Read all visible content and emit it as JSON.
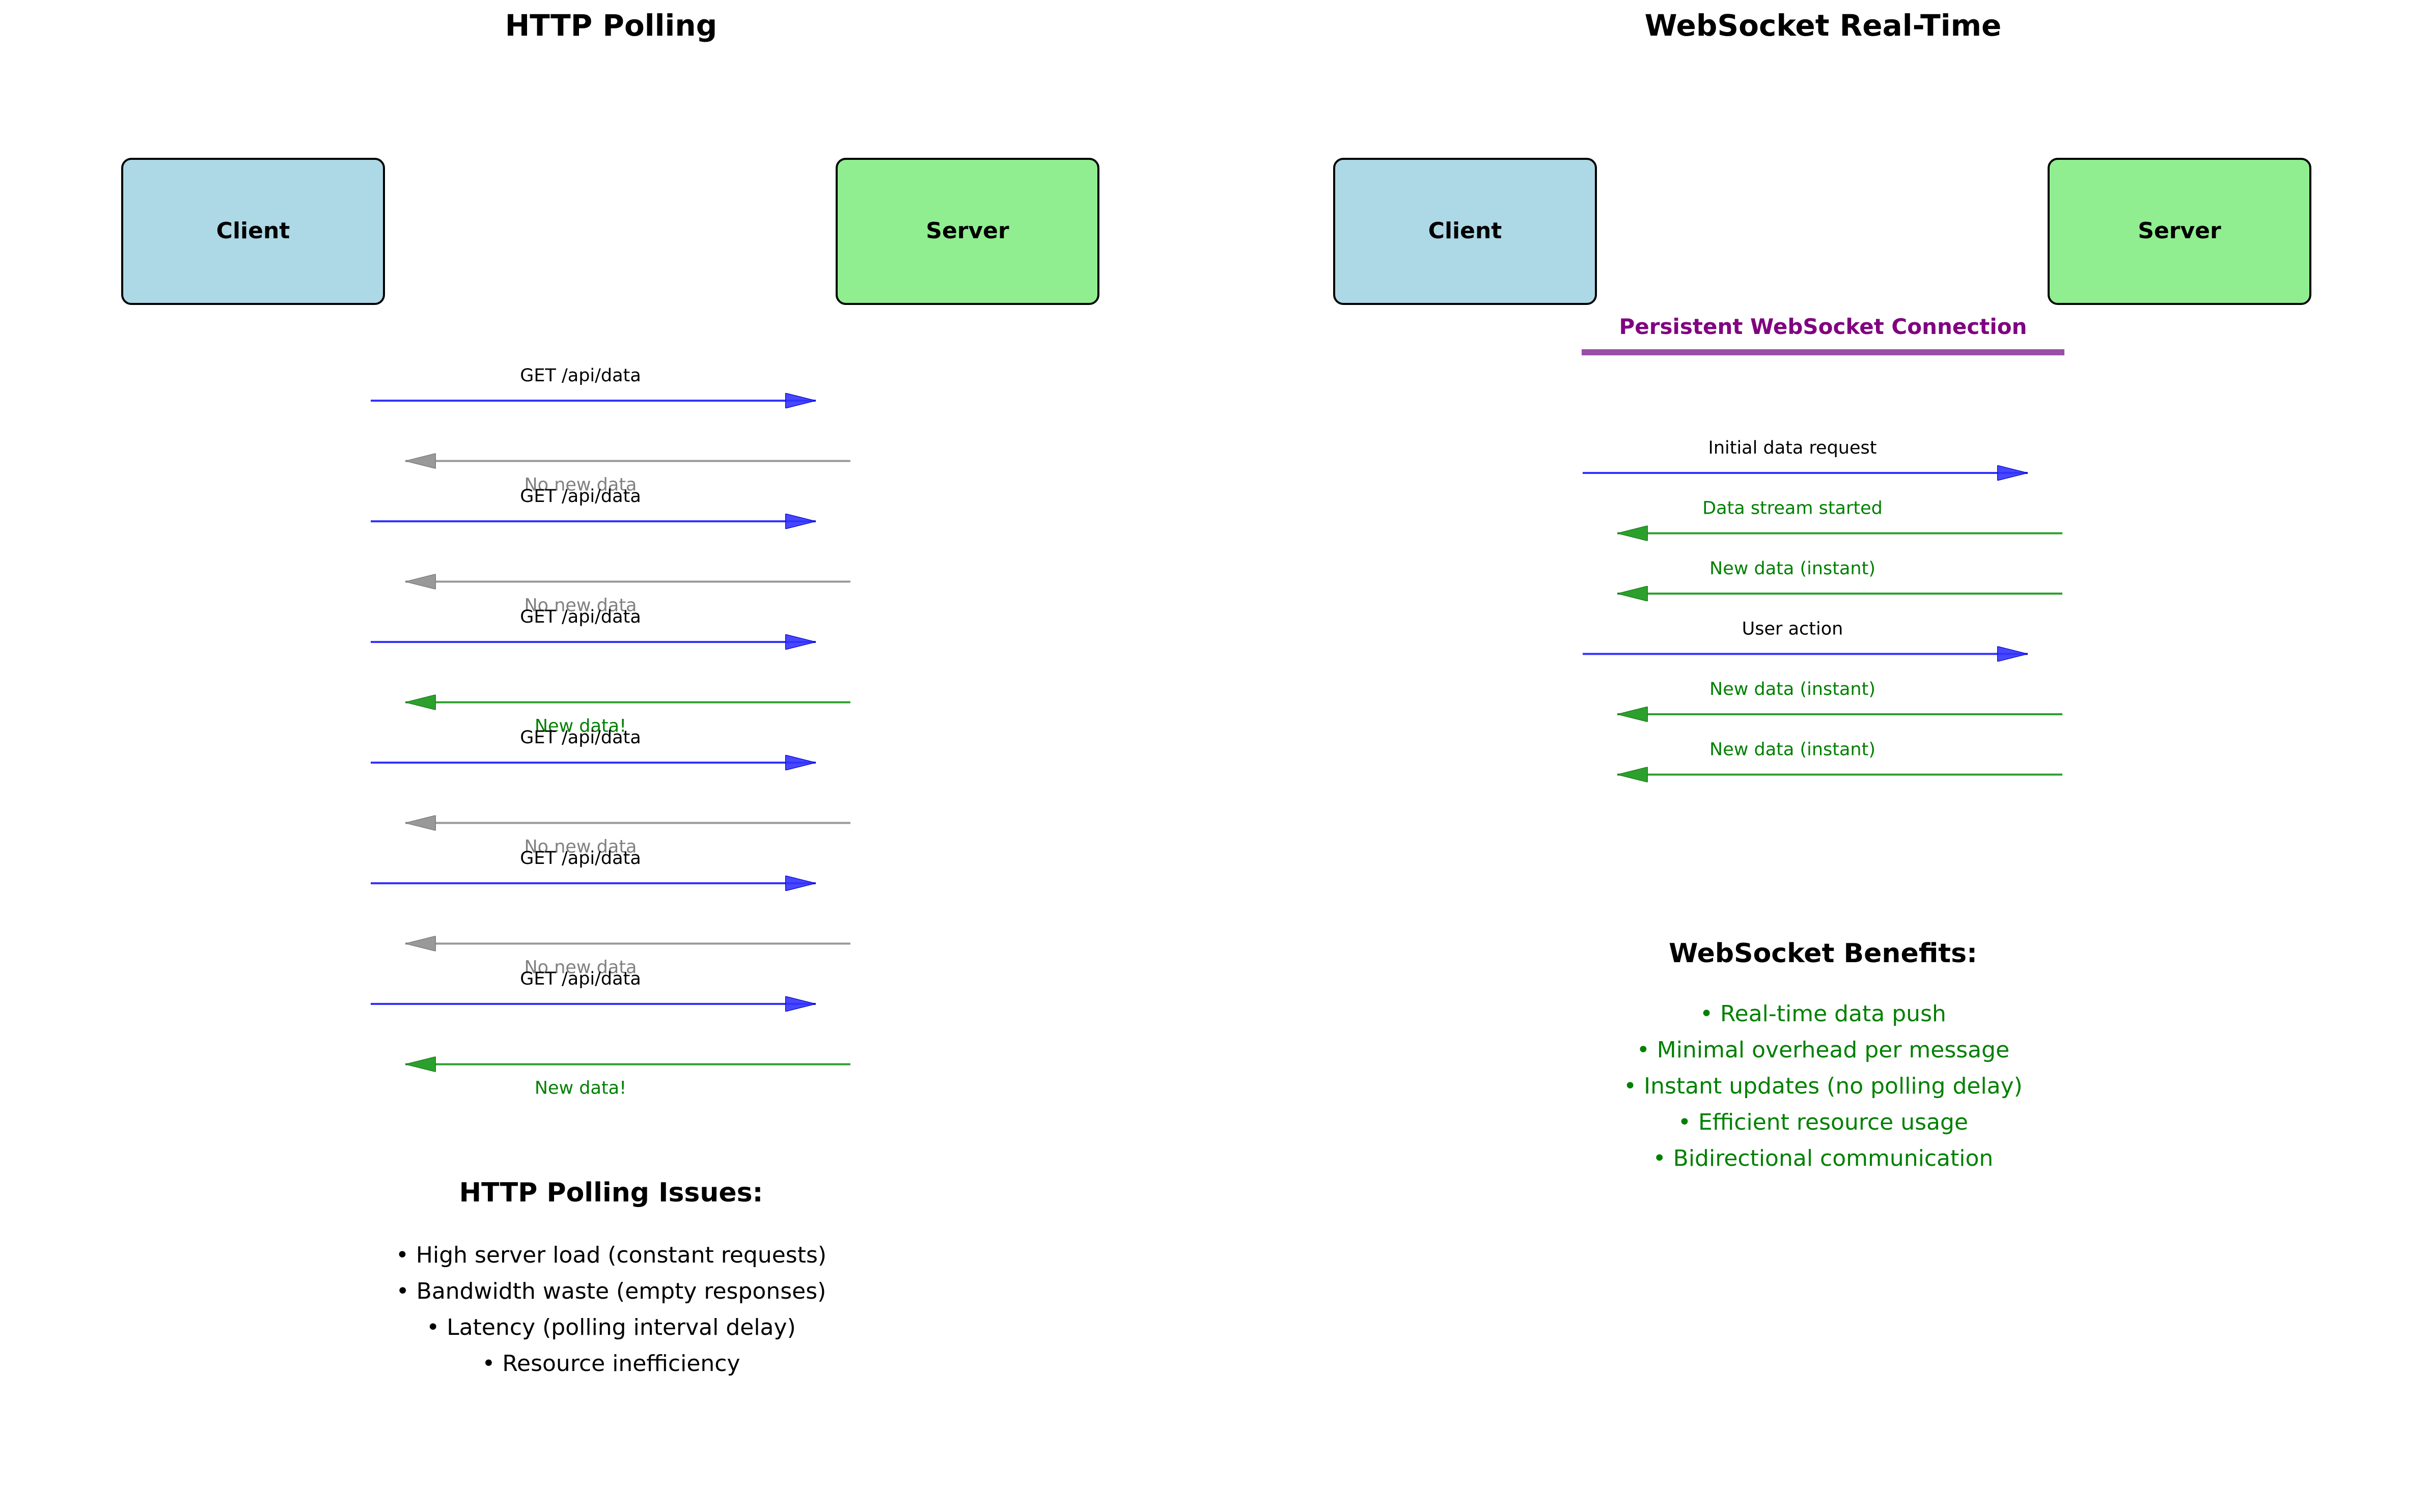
{
  "colors": {
    "client_fill": "#add8e6",
    "server_fill": "#90ee90",
    "request": "#3333ff",
    "empty_response": "#999999",
    "data_response": "#2ca02c",
    "label_empty": "#808080",
    "label_green": "#008000",
    "connection": "#994fa6",
    "connection_label": "#800080"
  },
  "polling": {
    "title": "HTTP Polling",
    "client_label": "Client",
    "server_label": "Server",
    "messages": [
      {
        "label": "GET /api/data",
        "direction": "to-server",
        "kind": "request"
      },
      {
        "label": "No new data",
        "direction": "to-client",
        "kind": "empty"
      },
      {
        "label": "GET /api/data",
        "direction": "to-server",
        "kind": "request"
      },
      {
        "label": "No new data",
        "direction": "to-client",
        "kind": "empty"
      },
      {
        "label": "GET /api/data",
        "direction": "to-server",
        "kind": "request"
      },
      {
        "label": "New data!",
        "direction": "to-client",
        "kind": "data"
      },
      {
        "label": "GET /api/data",
        "direction": "to-server",
        "kind": "request"
      },
      {
        "label": "No new data",
        "direction": "to-client",
        "kind": "empty"
      },
      {
        "label": "GET /api/data",
        "direction": "to-server",
        "kind": "request"
      },
      {
        "label": "No new data",
        "direction": "to-client",
        "kind": "empty"
      },
      {
        "label": "GET /api/data",
        "direction": "to-server",
        "kind": "request"
      },
      {
        "label": "New data!",
        "direction": "to-client",
        "kind": "data"
      }
    ],
    "issues_title": "HTTP Polling Issues:",
    "issues": [
      "• High server load (constant requests)",
      "• Bandwidth waste (empty responses)",
      "• Latency (polling interval delay)",
      "• Resource inefficiency"
    ]
  },
  "websocket": {
    "title": "WebSocket Real-Time",
    "client_label": "Client",
    "server_label": "Server",
    "connection_label": "Persistent WebSocket Connection",
    "messages": [
      {
        "label": "Initial data request",
        "direction": "to-server",
        "kind": "request"
      },
      {
        "label": "Data stream started",
        "direction": "to-client",
        "kind": "data"
      },
      {
        "label": "New data (instant)",
        "direction": "to-client",
        "kind": "data"
      },
      {
        "label": "User action",
        "direction": "to-server",
        "kind": "request"
      },
      {
        "label": "New data (instant)",
        "direction": "to-client",
        "kind": "data"
      },
      {
        "label": "New data (instant)",
        "direction": "to-client",
        "kind": "data"
      }
    ],
    "benefits_title": "WebSocket Benefits:",
    "benefits": [
      "• Real-time data push",
      "• Minimal overhead per message",
      "• Instant updates (no polling delay)",
      "• Efficient resource usage",
      "• Bidirectional communication"
    ]
  }
}
